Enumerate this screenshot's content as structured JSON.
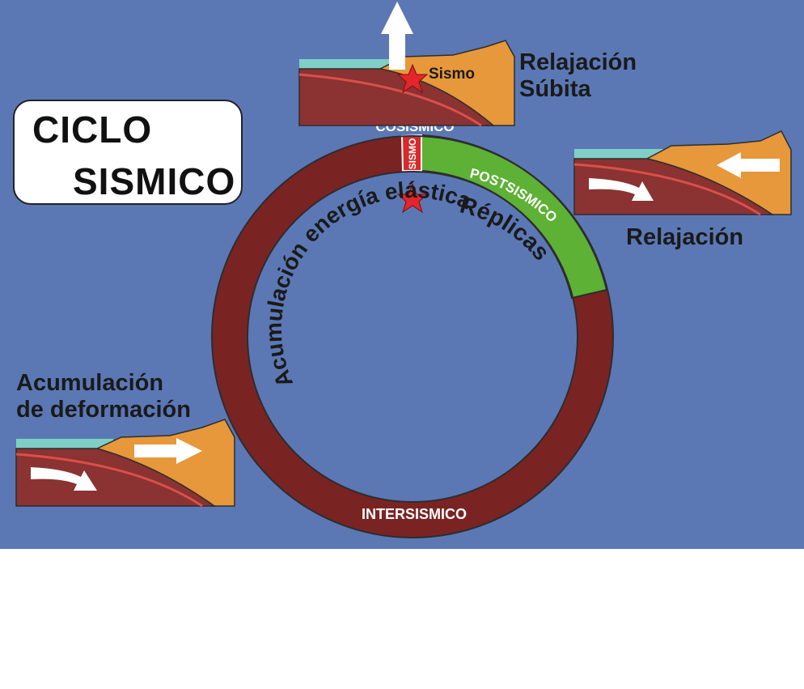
{
  "title": {
    "line1": "CICLO",
    "line2": "SISMICO"
  },
  "cycle": {
    "phases": [
      "COSISMICO",
      "POSTSISMICO",
      "INTERSISMICO"
    ],
    "cosismico_label": "COSISMICO",
    "sismo_segment_label": "SISMO",
    "postsismico_label": "POSTSISMICO",
    "intersismico_label": "INTERSISMICO",
    "replicas_label": "Réplicas",
    "accumulation_label": "Acumulación energía elástica"
  },
  "panels": {
    "top": {
      "earthquake_label": "Sismo",
      "caption_line1": "Relajación",
      "caption_line2": "Súbita"
    },
    "right": {
      "caption": "Relajación"
    },
    "left": {
      "caption_line1": "Acumulación",
      "caption_line2": "de deformación"
    }
  },
  "colors": {
    "background": "#5b78b5",
    "ring": "#7a2323",
    "postsismico": "#5db135",
    "sismo_segment": "#d62b2b",
    "continental_plate": "#e6983a",
    "oceanic_plate": "#8b3232",
    "ocean": "#7fcfc6",
    "star": "#e3262a"
  }
}
